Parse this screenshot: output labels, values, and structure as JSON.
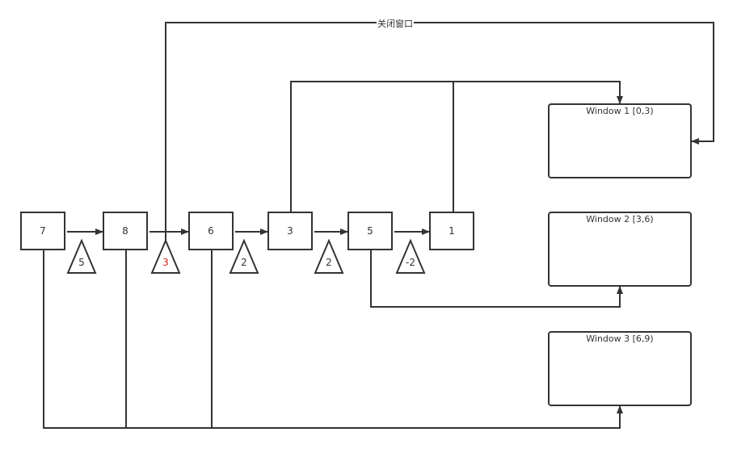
{
  "nodes": [
    "7",
    "8",
    "6",
    "3",
    "5",
    "1"
  ],
  "deltas": [
    "5",
    "3",
    "2",
    "2",
    "-2"
  ],
  "highlight_color": "#e02020",
  "edge_label": "关闭窗口",
  "windows": [
    "Window 1 [0,3)",
    "Window 2 [3,6)",
    "Window 3 [6,9)"
  ]
}
